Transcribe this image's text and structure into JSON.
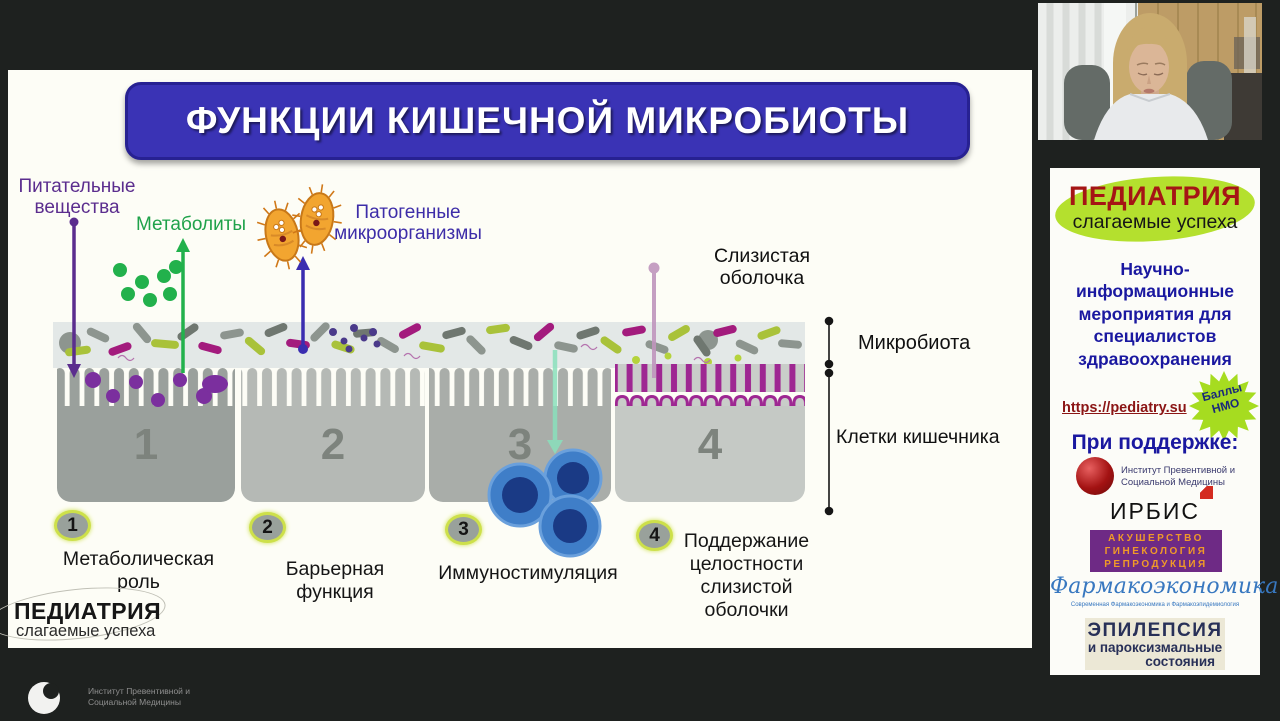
{
  "colors": {
    "title_banner_blue": "#3a33b5",
    "nutrient_purple": "#5b2d8e",
    "metabolite_green": "#22b14c",
    "pathogen_blue": "#3d2da8",
    "mucosa_magenta": "#9e2792",
    "cell_blue": "#3f7ec8",
    "brand_red": "#a51515",
    "lime_highlight": "#b4e02e",
    "link_red": "#8b1515",
    "sidebar_blue": "#1a18a0",
    "agr_purple": "#6e2a85",
    "agr_orange": "#f09a28",
    "pharma_blue": "#3878c0",
    "epilepsy_navy": "#283058"
  },
  "slide": {
    "title": "ФУНКЦИИ КИШЕЧНОЙ МИКРОБИОТЫ",
    "diagram": {
      "nutrients": "Питательные вещества",
      "metabolites": "Метаболиты",
      "pathogens": "Патогенные микроорганизмы",
      "mucosa": "Слизистая оболочка",
      "microbiota": "Микробиота",
      "gut_cells": "Клетки кишечника",
      "sections": [
        "1",
        "2",
        "3",
        "4"
      ],
      "functions": [
        {
          "num": "1",
          "label": "Метаболическая роль"
        },
        {
          "num": "2",
          "label": "Барьерная функция"
        },
        {
          "num": "3",
          "label": "Иммуностимуляция"
        },
        {
          "num": "4",
          "label": "Поддержание целостности слизистой оболочки"
        }
      ]
    },
    "logo": {
      "brand": "ПЕДИАТРИЯ",
      "tagline": "слагаемые успеха"
    }
  },
  "sidebar": {
    "brand": "ПЕДИАТРИЯ",
    "tagline": "слагаемые успеха",
    "description": "Научно-информационные мероприятия для специалистов здравоохранения",
    "link": "https://pediatry.su",
    "badge_line1": "Баллы",
    "badge_line2": "НМО",
    "support": "При поддержке:",
    "partners": {
      "ipsm": "Институт Превентивной и Социальной Медицины",
      "irbis": "ИРБИС",
      "agr_lines": [
        "АКУШЕРСТВО",
        "ГИНЕКОЛОГИЯ",
        "РЕПРОДУКЦИЯ"
      ],
      "pharma": "Фармакоэкономика",
      "pharma_sub": "Современная Фармакоэкономика и Фармакоэпидемиология",
      "epilepsy_line1": "ЭПИЛЕПСИЯ",
      "epilepsy_line2": "и пароксизмальные",
      "epilepsy_line3": "состояния"
    }
  },
  "footer": {
    "organization": "Институт Превентивной и Социальной Медицины"
  }
}
